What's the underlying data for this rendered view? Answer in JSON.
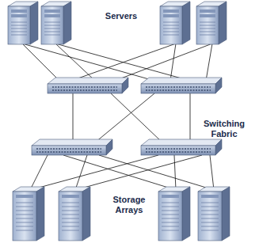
{
  "diagram": {
    "labels": [
      "Servers",
      "Switching Fabric",
      "Storage Arrays"
    ]
  }
}
